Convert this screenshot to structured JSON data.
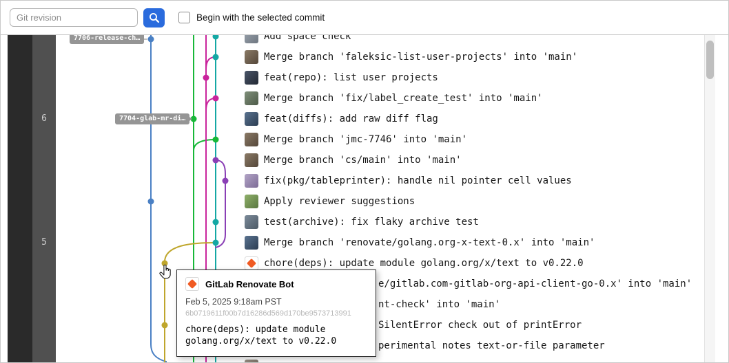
{
  "toolbar": {
    "search_placeholder": "Git revision",
    "search_icon": "magnifier",
    "checkbox_label": "Begin with the selected commit",
    "checkbox_checked": false
  },
  "gutter": {
    "markers": [
      {
        "label": "6"
      },
      {
        "label": "5"
      }
    ]
  },
  "graph": {
    "refs": [
      {
        "label": "7706-release-ch…"
      },
      {
        "label": "7704-glab-mr-di…"
      }
    ],
    "branch_colors": {
      "blue": "#4a80c4",
      "green": "#17b838",
      "magenta": "#c9239c",
      "purple": "#8a3fb5",
      "teal": "#14a8a4",
      "yellow": "#bfa62c"
    }
  },
  "commits": [
    {
      "message": "Add space check"
    },
    {
      "message": "Merge branch 'faleksic-list-user-projects' into 'main'"
    },
    {
      "message": "feat(repo): list user projects"
    },
    {
      "message": "Merge branch 'fix/label_create_test' into 'main'"
    },
    {
      "message": "feat(diffs): add raw diff flag"
    },
    {
      "message": "Merge branch 'jmc-7746' into 'main'"
    },
    {
      "message": "Merge branch 'cs/main' into 'main'"
    },
    {
      "message": "fix(pkg/tableprinter): handle nil pointer cell values"
    },
    {
      "message": "Apply reviewer suggestions"
    },
    {
      "message": "test(archive): fix flaky archive test"
    },
    {
      "message": "Merge branch 'renovate/golang.org-x-text-0.x' into 'main'"
    },
    {
      "message": "chore(deps): update module golang.org/x/text to v0.22.0"
    },
    {
      "message": "e/gitlab.com-gitlab-org-api-client-go-0.x' into 'main'"
    },
    {
      "message": "nt-check' into 'main'"
    },
    {
      "message": "SilentError check out of printError"
    },
    {
      "message": "perimental notes text-or-file parameter"
    },
    {
      "message": ""
    }
  ],
  "tooltip": {
    "author": "GitLab Renovate Bot",
    "date": "Feb 5, 2025 9:18am PST",
    "sha": "6b0719611f00b7d16286d569d170be9573713991",
    "message_line1": "chore(deps): update module",
    "message_line2": "golang.org/x/text to v0.22.0"
  }
}
